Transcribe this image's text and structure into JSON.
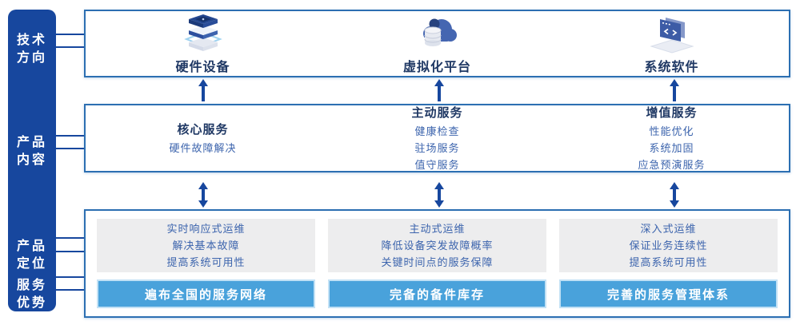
{
  "colors": {
    "sidebar_bg": "#17479E",
    "box_border": "#2C6FB2",
    "title_text": "#1F3864",
    "body_text": "#3C64AD",
    "bar_bg": "#49A2DB",
    "bar_border": "#C2E1F5",
    "gray_box_bg": "#EDEDEE",
    "arrow": "#17479E"
  },
  "sidebar": {
    "items": [
      {
        "label": "技术\n方向"
      },
      {
        "label": "产品\n内容"
      },
      {
        "label": "产品\n定位"
      },
      {
        "label": "服务\n优势"
      }
    ]
  },
  "tech_row": {
    "items": [
      {
        "icon": "hardware-stack-icon",
        "label": "硬件设备"
      },
      {
        "icon": "cloud-platform-icon",
        "label": "虚拟化平台"
      },
      {
        "icon": "software-window-icon",
        "label": "系统软件"
      }
    ]
  },
  "content_row": {
    "columns": [
      {
        "title": "核心服务",
        "items": [
          "硬件故障解决"
        ]
      },
      {
        "title": "主动服务",
        "items": [
          "健康检查",
          "驻场服务",
          "值守服务"
        ]
      },
      {
        "title": "增值服务",
        "items": [
          "性能优化",
          "系统加固",
          "应急预演服务"
        ]
      }
    ]
  },
  "position_row": {
    "columns": [
      {
        "lines": [
          "实时响应式运维",
          "解决基本故障",
          "提高系统可用性"
        ],
        "bar": "遍布全国的服务网络"
      },
      {
        "lines": [
          "主动式运维",
          "降低设备突发故障概率",
          "关键时间点的服务保障"
        ],
        "bar": "完备的备件库存"
      },
      {
        "lines": [
          "深入式运维",
          "保证业务连续性",
          "提高系统可用性"
        ],
        "bar": "完善的服务管理体系"
      }
    ]
  }
}
